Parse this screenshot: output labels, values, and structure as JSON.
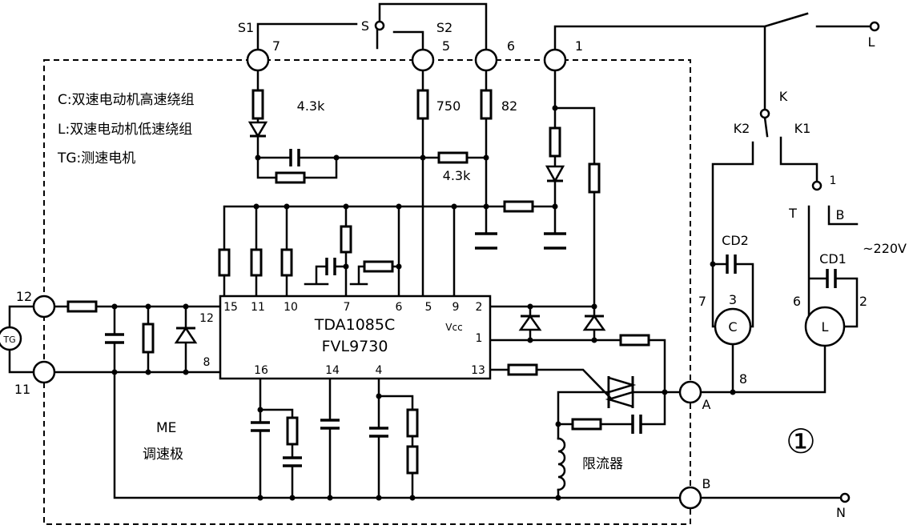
{
  "legend": {
    "c": "C:双速电动机高速绕组",
    "l": "L:双速电动机低速绕组",
    "tg": "TG:测速电机"
  },
  "switch_s": {
    "s1": "S1",
    "s": "S",
    "s2": "S2"
  },
  "terminals": {
    "t7": "7",
    "t5": "5",
    "t6": "6",
    "t1": "1",
    "t12": "12",
    "t11": "11",
    "a": "A",
    "b": "B"
  },
  "components": {
    "r_s1": "4.3k",
    "r_750": "750",
    "r_82": "82",
    "r_43k": "4.3k",
    "tg": "TG",
    "limiter": "限流器"
  },
  "chip": {
    "name": "TDA1085C",
    "code": "FVL9730",
    "vcc": "Vcc",
    "pins_top": [
      "15",
      "11",
      "10",
      "7",
      "6",
      "5",
      "9",
      "2"
    ],
    "pin_left_12": "12",
    "pin_left_8": "8",
    "pin_right_1": "1",
    "pin_right_13": "13",
    "pins_bottom": [
      "16",
      "14",
      "4"
    ]
  },
  "me": {
    "name": "ME",
    "desc": "调速极"
  },
  "mains": {
    "l": "L",
    "n": "N",
    "k": "K",
    "k1": "K1",
    "k2": "K2",
    "k1_contact": "1",
    "t": "T",
    "b": "B",
    "voltage": "~220V"
  },
  "motors": {
    "c": {
      "label": "C",
      "pin_left": "7",
      "pin_top": "3",
      "cap": "CD2",
      "common": "8"
    },
    "l": {
      "label": "L",
      "pin_left": "6",
      "pin_right": "2",
      "cap": "CD1"
    }
  },
  "figure_number": "①",
  "colors": {
    "line": "#000000",
    "background": "#ffffff"
  }
}
